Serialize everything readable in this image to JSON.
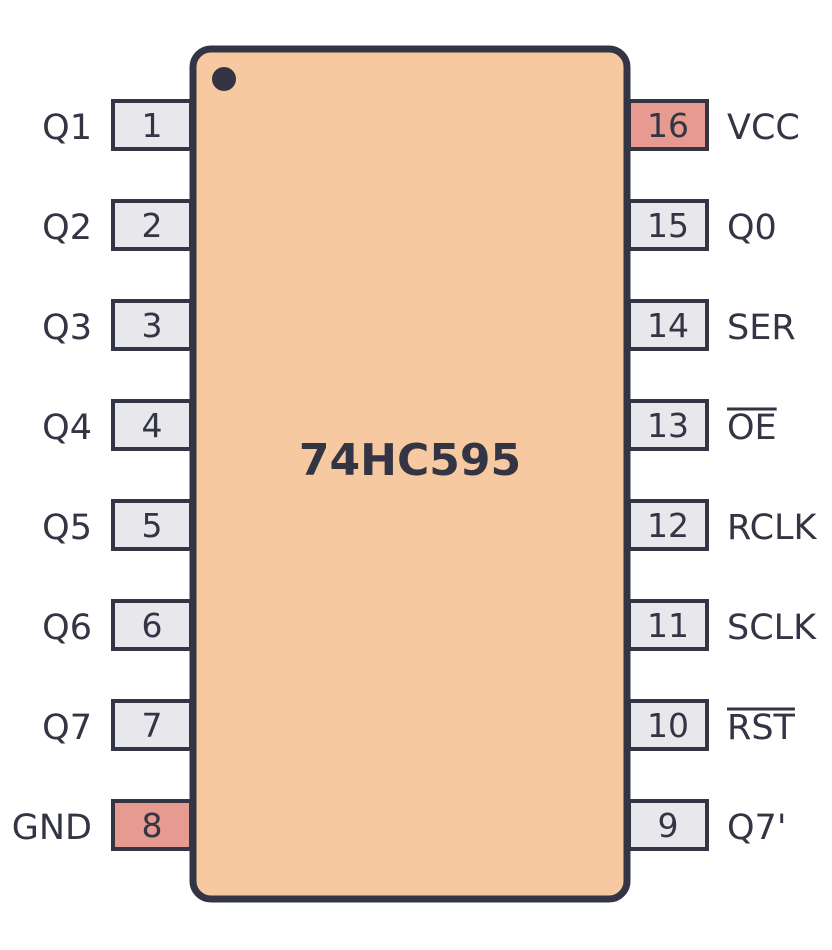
{
  "chip": {
    "name": "74HC595",
    "body_color": "#F7C9A0",
    "outline_color": "#333545"
  },
  "pin_colors": {
    "default": "#E8E8EC",
    "power": "#E79A90"
  },
  "left_pins": [
    {
      "number": "1",
      "label": "Q1",
      "power": false,
      "overline": false
    },
    {
      "number": "2",
      "label": "Q2",
      "power": false,
      "overline": false
    },
    {
      "number": "3",
      "label": "Q3",
      "power": false,
      "overline": false
    },
    {
      "number": "4",
      "label": "Q4",
      "power": false,
      "overline": false
    },
    {
      "number": "5",
      "label": "Q5",
      "power": false,
      "overline": false
    },
    {
      "number": "6",
      "label": "Q6",
      "power": false,
      "overline": false
    },
    {
      "number": "7",
      "label": "Q7",
      "power": false,
      "overline": false
    },
    {
      "number": "8",
      "label": "GND",
      "power": true,
      "overline": false
    }
  ],
  "right_pins": [
    {
      "number": "16",
      "label": "VCC",
      "power": true,
      "overline": false
    },
    {
      "number": "15",
      "label": "Q0",
      "power": false,
      "overline": false
    },
    {
      "number": "14",
      "label": "SER",
      "power": false,
      "overline": false
    },
    {
      "number": "13",
      "label": "OE",
      "power": false,
      "overline": true
    },
    {
      "number": "12",
      "label": "RCLK",
      "power": false,
      "overline": false
    },
    {
      "number": "11",
      "label": "SCLK",
      "power": false,
      "overline": false
    },
    {
      "number": "10",
      "label": "RST",
      "power": false,
      "overline": true
    },
    {
      "number": "9",
      "label": "Q7'",
      "power": false,
      "overline": false
    }
  ]
}
